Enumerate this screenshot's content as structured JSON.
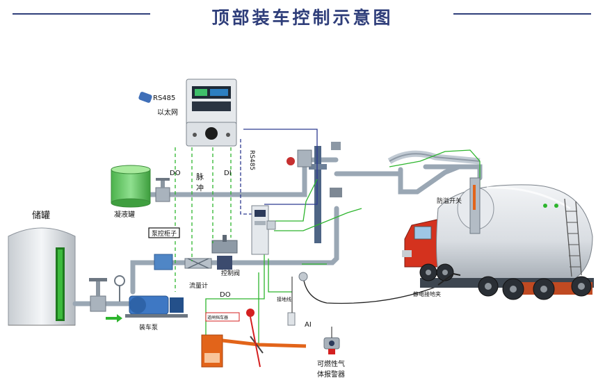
{
  "header": {
    "title": "顶部装车控制示意图"
  },
  "labels": {
    "storage_tank": "储罐",
    "condensate_tank": "凝液罐",
    "rs485_top": "RS485",
    "ethernet": "以太网",
    "do_top": "DO",
    "pulse": "脉冲",
    "di": "DI",
    "rs485_side": "RS485",
    "pump_control_box": "泵控柜子",
    "flow_meter": "流量计",
    "control_valve": "控制阀",
    "loading_pump": "装车泵",
    "do_bottom": "DO",
    "ai": "AI",
    "grounding_wire": "接地线",
    "overfill_switch": "防溢开关",
    "static_ground_clamp": "静电接地夹",
    "gas_alarm_line1": "可燃性气",
    "gas_alarm_line2": "体报警器",
    "barrier_label": "道闸挡车器"
  },
  "colors": {
    "title": "#2f3e7a",
    "pipe": "#9aa7b4",
    "green_wire": "#2db52d",
    "blue_wire": "#2c3a90",
    "red_wire": "#d42020",
    "tank_green": "#5fc55f",
    "truck_red": "#d4321e",
    "barrier_orange": "#e2641a"
  }
}
